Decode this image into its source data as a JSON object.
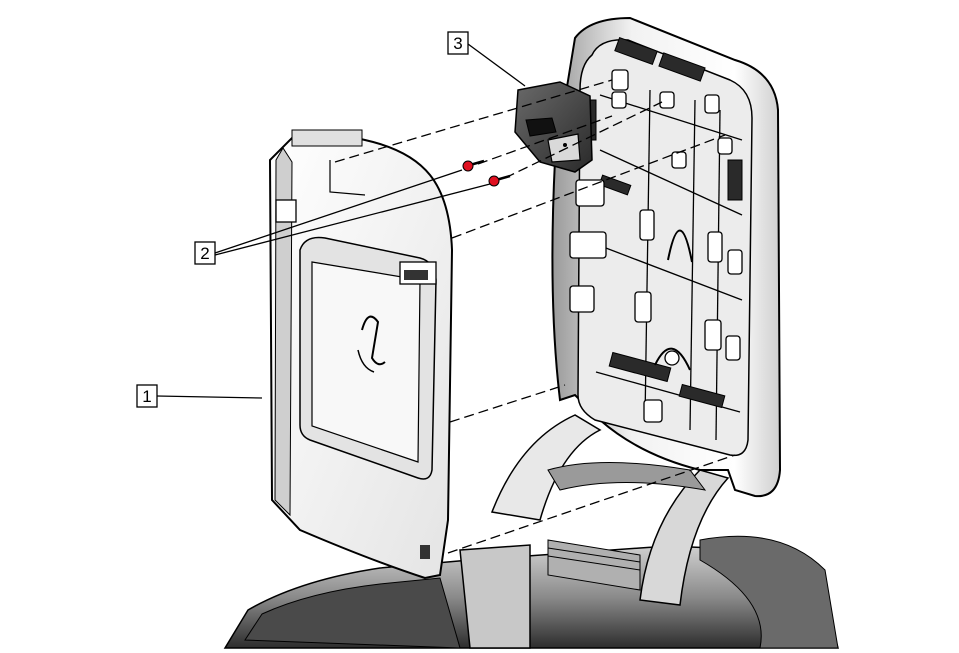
{
  "callouts": [
    {
      "id": "1",
      "label": "1"
    },
    {
      "id": "2",
      "label": "2"
    },
    {
      "id": "3",
      "label": "3"
    }
  ],
  "colors": {
    "line": "#000000",
    "part_light": "#f4f4f4",
    "part_mid": "#d6d6d6",
    "part_dark": "#3a3a3a",
    "fastener": "#e01020"
  }
}
